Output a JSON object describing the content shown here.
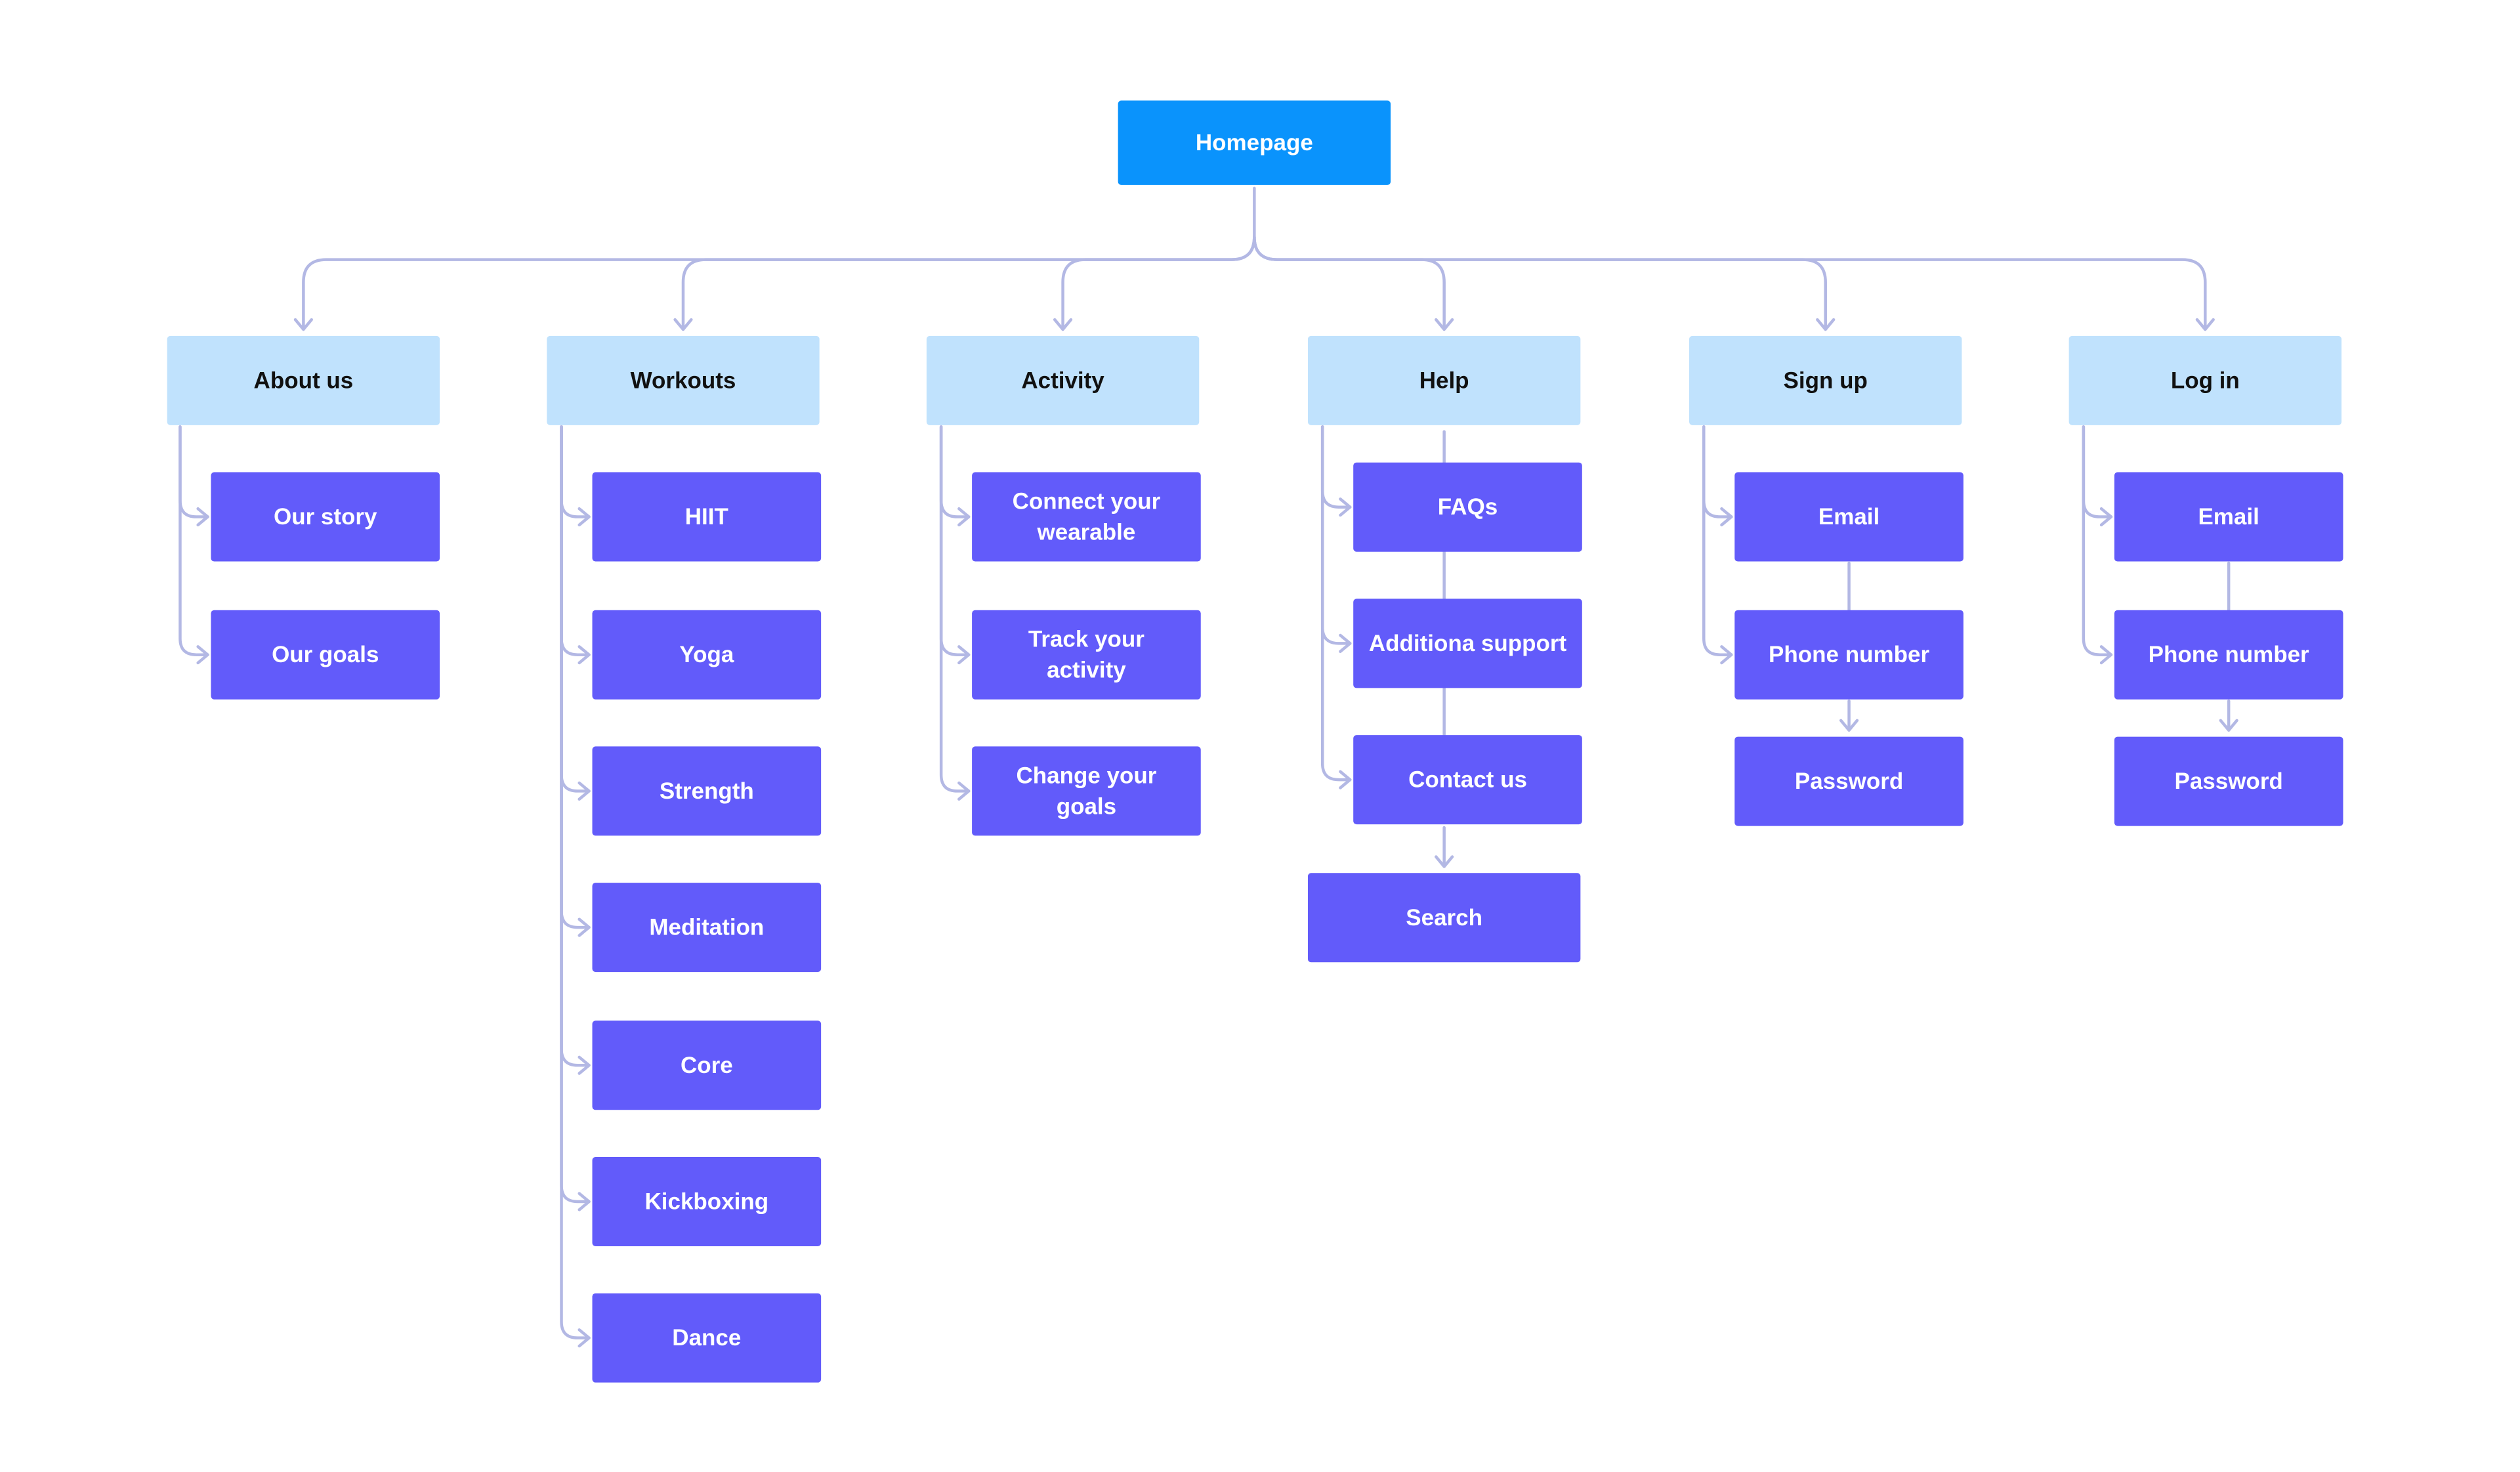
{
  "root": {
    "label": "Homepage"
  },
  "sections": [
    {
      "label": "About us",
      "children": [
        "Our story",
        "Our goals"
      ]
    },
    {
      "label": "Workouts",
      "children": [
        "HIIT",
        "Yoga",
        "Strength",
        "Meditation",
        "Core",
        "Kickboxing",
        "Dance"
      ]
    },
    {
      "label": "Activity",
      "children": [
        [
          "Connect your",
          "wearable"
        ],
        [
          "Track your",
          "activity"
        ],
        [
          "Change your",
          "goals"
        ]
      ]
    },
    {
      "label": "Help",
      "children": [
        "FAQs",
        "Additiona support",
        "Contact us",
        "Search"
      ]
    },
    {
      "label": "Sign up",
      "children": [
        "Email",
        "Phone number",
        "Password"
      ]
    },
    {
      "label": "Log in",
      "children": [
        "Email",
        "Phone number",
        "Password"
      ]
    }
  ],
  "colors": {
    "root": "#0a93fc",
    "section": "#c0e2fd",
    "page": "#625bfa",
    "connector": "#b3b8e4"
  }
}
